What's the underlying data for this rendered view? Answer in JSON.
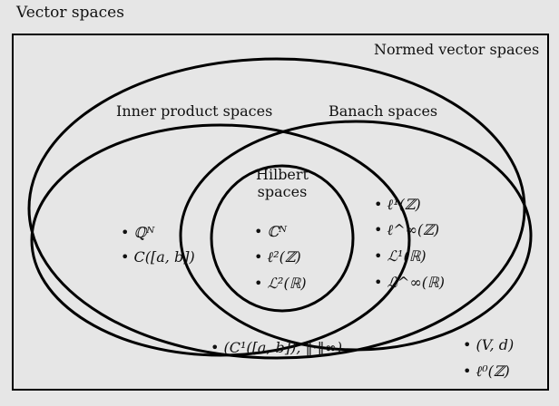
{
  "title": "Vector spaces",
  "regions": {
    "normed": "Normed vector spaces",
    "inner": "Inner product spaces",
    "banach": "Banach spaces",
    "hilbert_line1": "Hilbert",
    "hilbert_line2": "spaces"
  },
  "items": {
    "inner_only": [
      "ℚᴺ",
      "C([a, b])"
    ],
    "hilbert": [
      "ℂᴺ",
      "ℓ²(ℤ)",
      "ℒ²(ℝ)"
    ],
    "banach_only": [
      "ℓ¹(ℤ)",
      "ℓ^∞(ℤ)",
      "ℒ¹(ℝ)",
      "ℒ^∞(ℝ)"
    ],
    "normed_only": [
      "(C¹([a, b]), ‖·‖∞)"
    ],
    "vector_only": [
      "(V, d)",
      "ℓ⁰(ℤ)"
    ]
  },
  "colors": {
    "background": "#e6e6e6",
    "outline": "#000000",
    "text": "#111111"
  }
}
